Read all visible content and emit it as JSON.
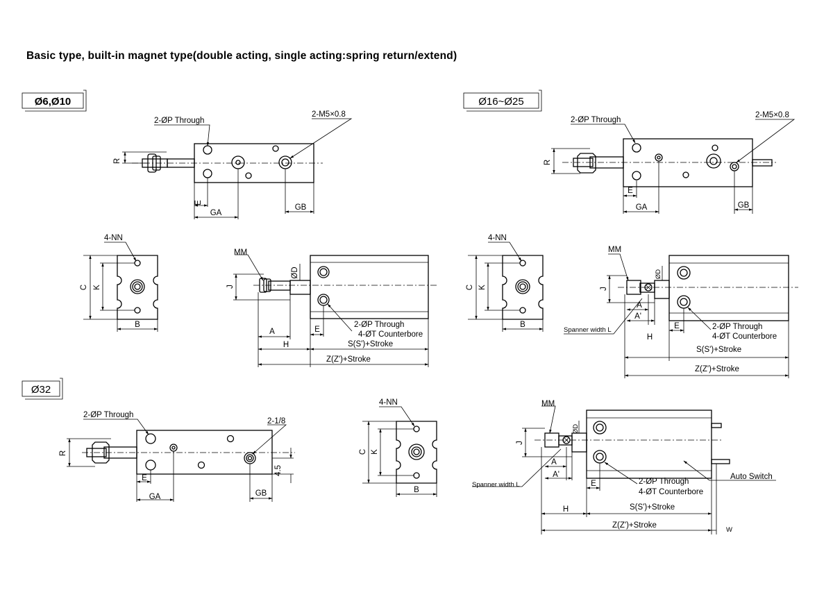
{
  "page_title": "Basic type, built-in magnet type(double acting, single acting:spring return/extend)",
  "sections": {
    "s1": {
      "heading": "Ø6,Ø10"
    },
    "s2": {
      "heading": "Ø16~Ø25"
    },
    "s3": {
      "heading": "Ø32"
    }
  },
  "labels": {
    "through": "2-ØP Through",
    "counterbore": "4-ØT Counterbore",
    "m5": "2-M5×0.8",
    "port18": "2-1/8",
    "nn": "4-NN",
    "mm": "MM",
    "d": "ØD",
    "r": "R",
    "e": "E",
    "ga": "GA",
    "gb": "GB",
    "c": "C",
    "k": "K",
    "b": "B",
    "j": "J",
    "a": "A",
    "a2": "A'",
    "h": "H",
    "s": "S(S')+Stroke",
    "z": "Z(Z')+Stroke",
    "spanner": "Spanner width L",
    "auto_switch": "Auto Switch",
    "dim45": "4.5",
    "w": "W"
  }
}
